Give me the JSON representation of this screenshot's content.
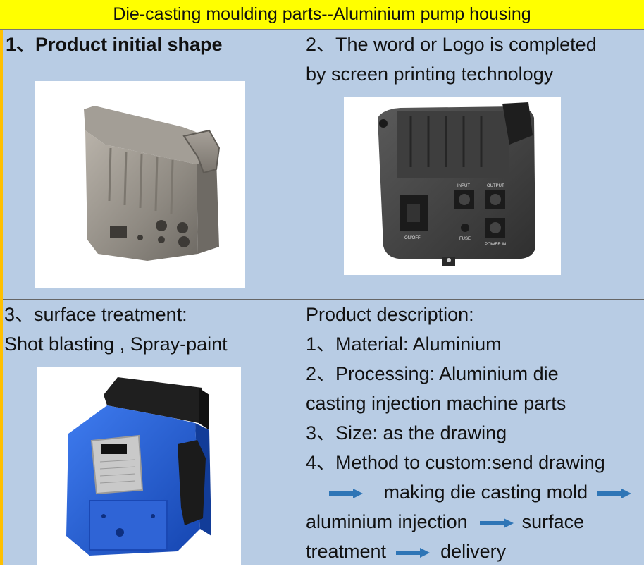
{
  "title": "Die-casting moulding parts--Aluminium pump housing",
  "cells": {
    "c1": {
      "heading": "1、Product initial shape"
    },
    "c2": {
      "line1": "2、The word or Logo is completed",
      "line2": "by screen printing technology"
    },
    "c3": {
      "line1": "3、surface treatment:",
      "line2": "Shot blasting , Spray-paint"
    },
    "c4": {
      "heading": "Product description:",
      "item1": "1、Material: Aluminium",
      "item2a": "2、Processing: Aluminium die",
      "item2b": "casting injection machine parts",
      "item3": "3、Size: as the drawing",
      "item4": "4、Method to custom:send drawing",
      "step1": "making die casting mold",
      "step2": "aluminium injection",
      "step3": "surface",
      "step4": "treatment",
      "step5": "delivery"
    }
  },
  "photo_labels": {
    "input": "INPUT",
    "output": "OUTPUT",
    "onoff": "ON/OFF",
    "fuse": "FUSE",
    "power": "POWER IN"
  },
  "colors": {
    "title_bg": "#ffff00",
    "cell_bg": "#b8cce4",
    "arrow": "#2e75b6",
    "blue_paint": "#1f5fd0"
  }
}
